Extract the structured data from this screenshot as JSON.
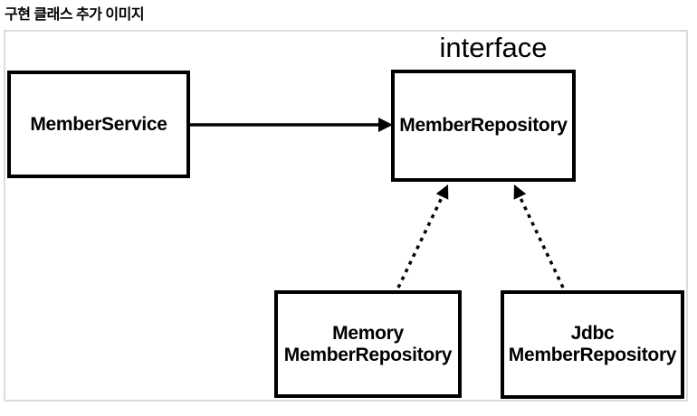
{
  "page": {
    "title": "구현 클래스 추가 이미지"
  },
  "diagram": {
    "interface_label": "interface",
    "nodes": {
      "member_service": {
        "label": "MemberService"
      },
      "member_repository": {
        "label": "MemberRepository"
      },
      "memory_member_repository": {
        "label_line1": "Memory",
        "label_line2": "MemberRepository"
      },
      "jdbc_member_repository": {
        "label_line1": "Jdbc",
        "label_line2": "MemberRepository"
      }
    },
    "edges": [
      {
        "from": "MemberService",
        "to": "MemberRepository",
        "style": "solid-arrow"
      },
      {
        "from": "MemoryMemberRepository",
        "to": "MemberRepository",
        "style": "dotted-arrow"
      },
      {
        "from": "JdbcMemberRepository",
        "to": "MemberRepository",
        "style": "dotted-arrow"
      }
    ],
    "colors": {
      "box_border": "#000000",
      "text": "#000000",
      "frame_border": "#dcdcdc",
      "background": "#ffffff"
    }
  }
}
